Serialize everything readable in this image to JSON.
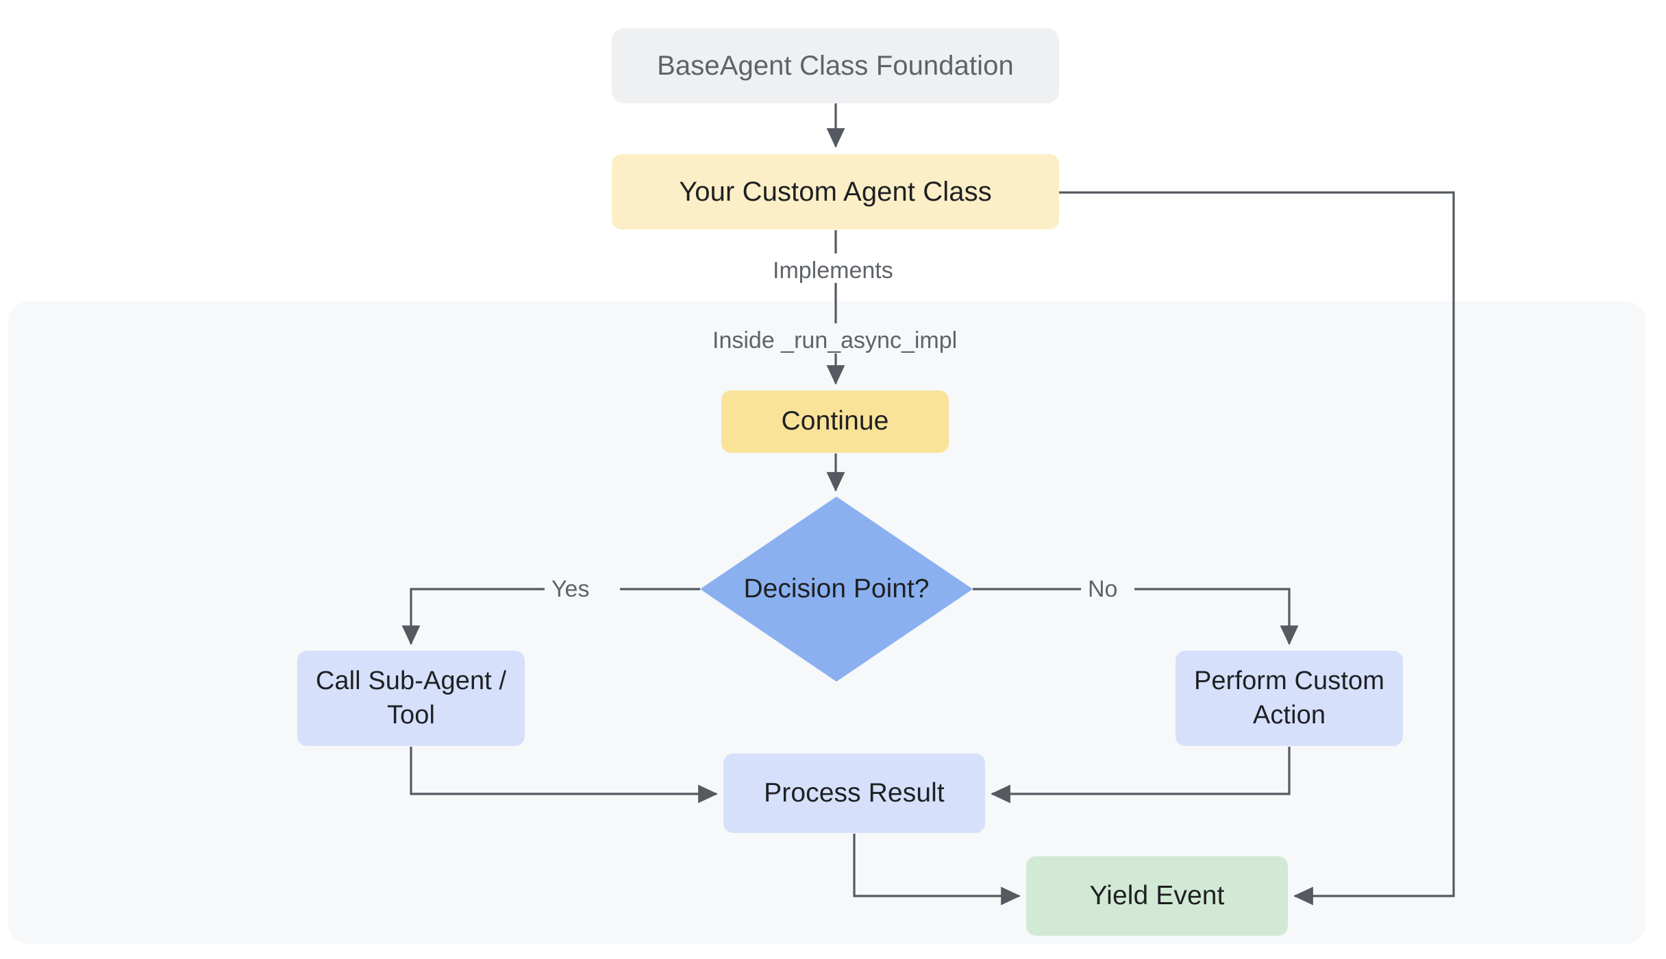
{
  "diagram": {
    "type": "flowchart",
    "orientation": "top-down",
    "palette": {
      "canvas": "#ffffff",
      "subgraph_fill": "#f6f8fa",
      "base_node_fill": "#eff0f2",
      "base_node_text": "#5f6368",
      "pale_yellow_fill": "#fcefc7",
      "yellow_fill": "#f9e398",
      "light_blue_fill": "#d6e0fb",
      "decision_fill": "#8ab0f0",
      "green_fill": "#d2e9d6",
      "edge_stroke": "#555a60",
      "label_text": "#5f6368",
      "node_text": "#1f2023"
    },
    "nodes": {
      "base_agent": {
        "label": "BaseAgent Class Foundation",
        "shape": "rounded-rect"
      },
      "custom_agent": {
        "label": "Your Custom Agent Class",
        "shape": "rounded-rect"
      },
      "continue": {
        "label": "Continue",
        "shape": "rounded-rect"
      },
      "decision": {
        "label": "Decision Point?",
        "shape": "diamond"
      },
      "sub_agent": {
        "label": "Call Sub-Agent / Tool",
        "shape": "rounded-rect"
      },
      "custom_action": {
        "label": "Perform Custom Action",
        "shape": "rounded-rect"
      },
      "process_result": {
        "label": "Process Result",
        "shape": "rounded-rect"
      },
      "yield_event": {
        "label": "Yield Event",
        "shape": "rounded-rect"
      }
    },
    "edge_labels": {
      "implements": "Implements",
      "inside": "Inside _run_async_impl",
      "yes": "Yes",
      "no": "No"
    },
    "edges": [
      {
        "from": "base_agent",
        "to": "custom_agent",
        "label": ""
      },
      {
        "from": "custom_agent",
        "to": "continue",
        "label": "Implements / Inside _run_async_impl"
      },
      {
        "from": "continue",
        "to": "decision",
        "label": ""
      },
      {
        "from": "decision",
        "to": "sub_agent",
        "label": "Yes"
      },
      {
        "from": "decision",
        "to": "custom_action",
        "label": "No"
      },
      {
        "from": "sub_agent",
        "to": "process_result",
        "label": ""
      },
      {
        "from": "custom_action",
        "to": "process_result",
        "label": ""
      },
      {
        "from": "process_result",
        "to": "yield_event",
        "label": ""
      },
      {
        "from": "custom_agent",
        "to": "yield_event",
        "label": ""
      }
    ]
  }
}
